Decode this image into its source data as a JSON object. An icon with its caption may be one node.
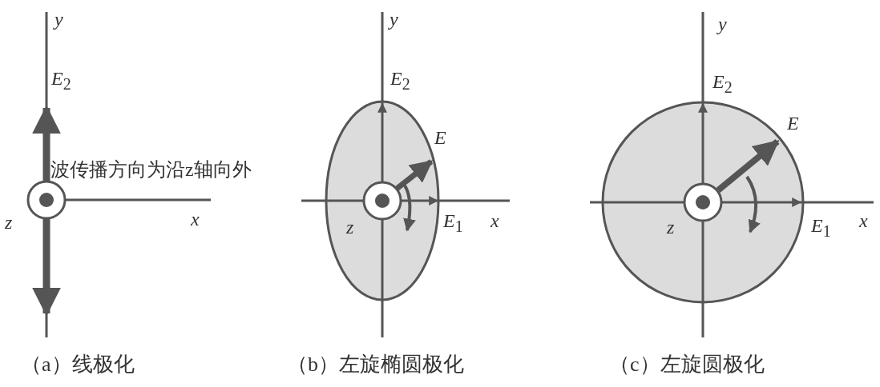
{
  "diagram": {
    "labels": [
      "y",
      "*E*$_{2}$",
      "波传播方向为沿z轴向外",
      "z",
      "x",
      "（a）线极化",
      "y",
      "*E*$_{2}$",
      "*E*",
      "z",
      "*E*$_{1}$",
      "x",
      "（b）左旋椭圆极化",
      "y",
      "*E*$_{2}$",
      "*E*",
      "z",
      "*E*$_{1}$",
      "x",
      "（c）左旋圆极化"
    ]
  }
}
